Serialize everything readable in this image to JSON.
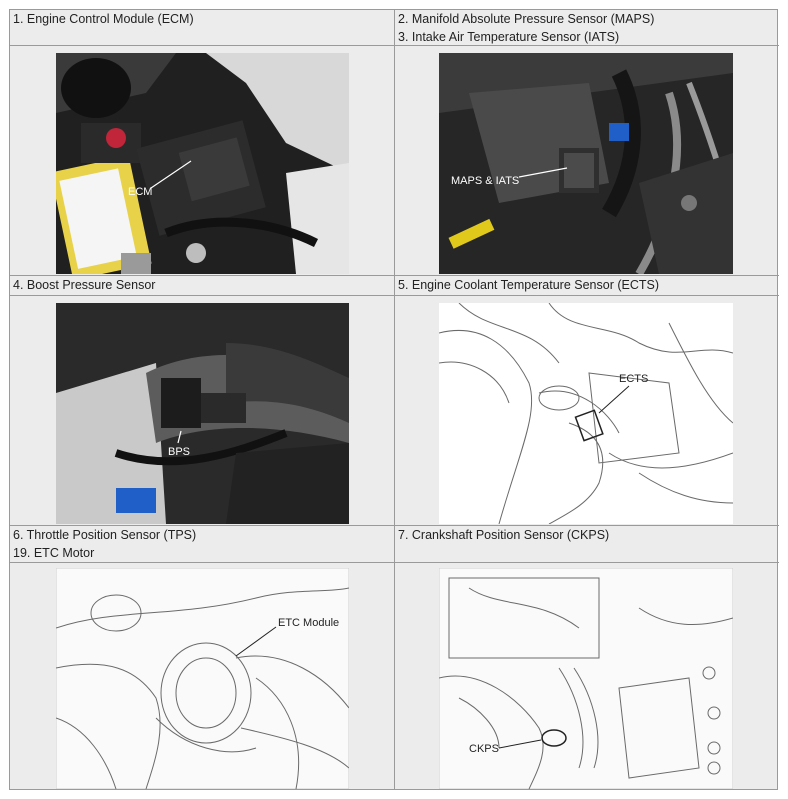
{
  "cells": {
    "ecm_header": [
      "1. Engine Control Module (ECM)"
    ],
    "maps_header": [
      "2. Manifold Absolute Pressure Sensor (MAPS)",
      "3. Intake Air Temperature Sensor (IATS)"
    ],
    "bps_header": [
      "4. Boost Pressure Sensor"
    ],
    "ects_header": [
      "5. Engine Coolant Temperature Sensor (ECTS)"
    ],
    "tps_header": [
      "6. Throttle Position Sensor (TPS)",
      "19. ETC Motor"
    ],
    "ckps_header": [
      "7. Crankshaft Position Sensor (CKPS)"
    ]
  },
  "callouts": {
    "ecm": "ECM",
    "maps": "MAPS & IATS",
    "bps": "BPS",
    "ects": "ECTS",
    "etc": "ETC Module",
    "ckps": "CKPS"
  }
}
